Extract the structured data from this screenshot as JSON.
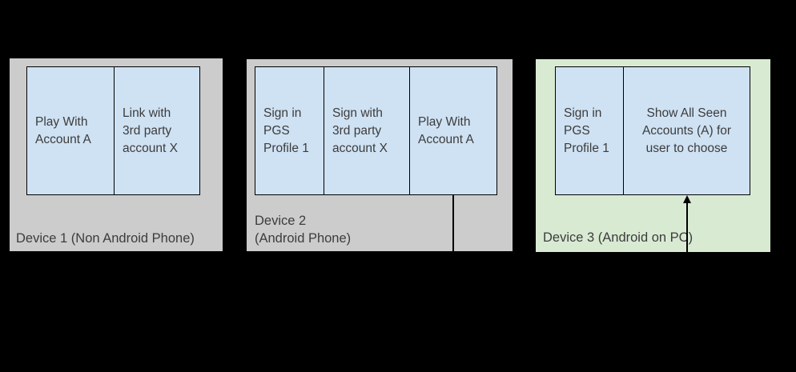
{
  "diagram": {
    "background": "#000000",
    "colors": {
      "device_gray": "#cccccc",
      "device_green": "#d9ead3",
      "step_blue": "#cfe2f3",
      "line": "#000000",
      "text": "#3c3c3c"
    },
    "devices": [
      {
        "id": "device-1",
        "label_lines": [
          "Device 1 (Non Android Phone)"
        ],
        "steps": [
          {
            "lines": [
              "Play With",
              "Account A"
            ]
          },
          {
            "lines": [
              "Link with",
              "3rd party",
              "account X"
            ]
          }
        ]
      },
      {
        "id": "device-2",
        "label_lines": [
          "Device 2",
          "(Android Phone)"
        ],
        "steps": [
          {
            "lines": [
              "Sign in",
              "PGS",
              "Profile 1"
            ]
          },
          {
            "lines": [
              "Sign with",
              "3rd party",
              "account X"
            ]
          },
          {
            "lines": [
              "Play With",
              "Account A"
            ]
          }
        ]
      },
      {
        "id": "device-3",
        "label_lines": [
          "Device 3 (Android on PC)"
        ],
        "steps": [
          {
            "lines": [
              "Sign in",
              "PGS",
              "Profile 1"
            ]
          },
          {
            "lines": [
              "Show All Seen",
              "Accounts (A) for",
              "user to choose"
            ]
          }
        ]
      }
    ]
  }
}
